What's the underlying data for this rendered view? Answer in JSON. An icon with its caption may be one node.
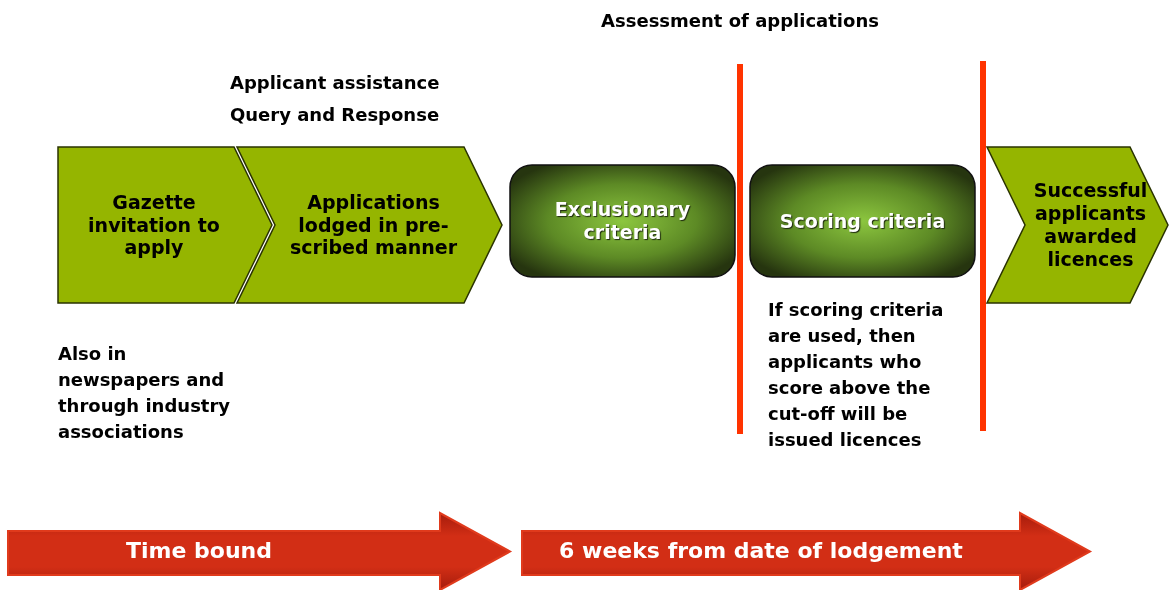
{
  "diagram": {
    "nodes": [
      {
        "text": [
          "Gazette invitation to apply"
        ]
      },
      {
        "text": [
          "Applications lodged in pre-scribed manner"
        ]
      },
      {
        "text": [
          "Exclusionary criteria"
        ]
      },
      {
        "text": [
          "Scoring criteria"
        ]
      },
      {
        "text": [
          "Successful applicants awarded licences"
        ]
      },
      {
        "text": [
          "Time bound"
        ]
      },
      {
        "text": [
          "6 weeks from date of lodgement"
        ]
      }
    ],
    "labels": [
      "Assessment of applications",
      "Applicant assistance",
      "Query and Response",
      "Also in newspapers and through industry associations",
      "If scoring criteria are used, then applicants who score above the cut-off will be issued licences"
    ]
  }
}
